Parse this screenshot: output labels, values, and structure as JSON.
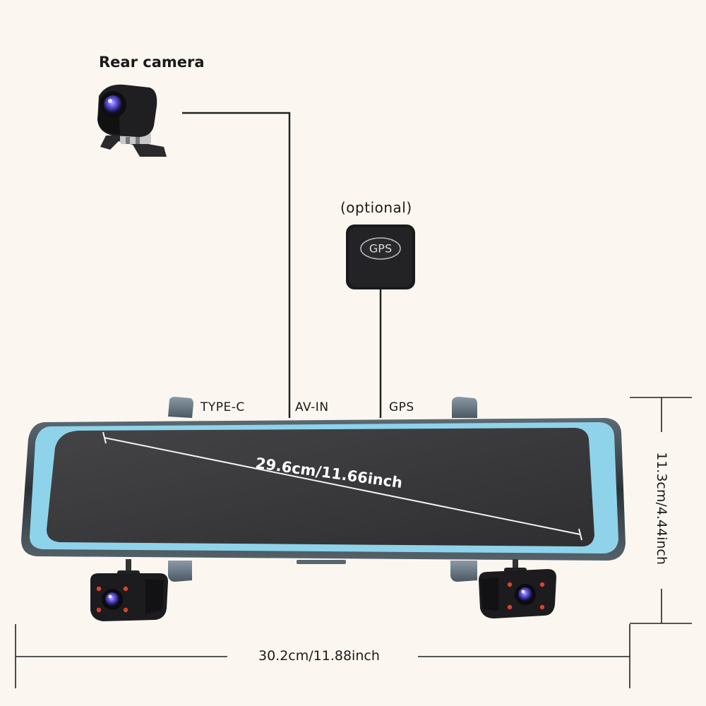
{
  "labels": {
    "rear_camera": "Rear camera",
    "optional": "(optional)",
    "gps_module": "GPS",
    "type_c": "TYPE-C",
    "av_in": "AV-IN",
    "gps_port": "GPS",
    "diagonal": "29.6cm/11.66inch",
    "height": "11.3cm/4.44inch",
    "width": "30.2cm/11.88inch"
  },
  "colors": {
    "background": "#fbf7f0",
    "mirror_frame": "#8fd3ea",
    "mirror_screen": "#3a3a3c",
    "camera_body": "#1c1c1e",
    "ir_led": "#d8432b",
    "lens": "#5a4fd6"
  }
}
